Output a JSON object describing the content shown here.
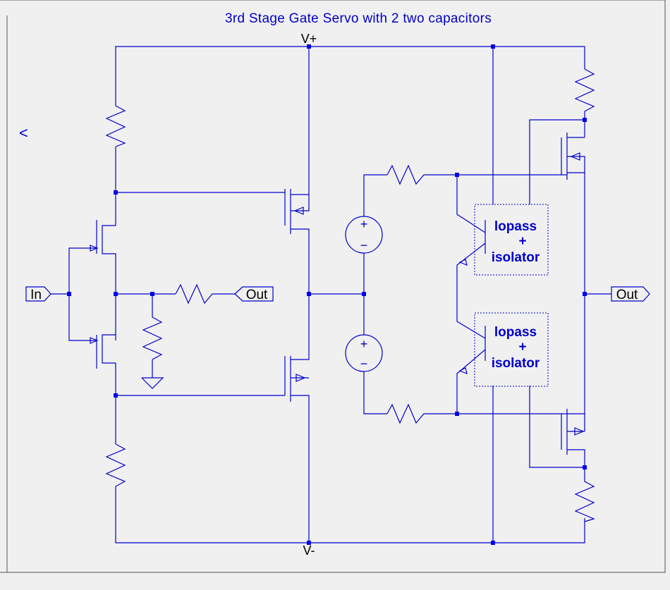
{
  "title": "3rd Stage Gate Servo with 2 two capacitors",
  "rails": {
    "positive": "V+",
    "negative": "V-"
  },
  "ports": {
    "input": "In",
    "output_inner": "Out",
    "output_main": "Out"
  },
  "blocks": [
    {
      "line1": "lopass",
      "line2": "+",
      "line3": "isolator"
    },
    {
      "line1": "lopass",
      "line2": "+",
      "line3": "isolator"
    }
  ],
  "sources": [
    {
      "plus": "+",
      "minus": "−"
    },
    {
      "plus": "+",
      "minus": "−"
    }
  ],
  "side_marker": "<",
  "colors": {
    "wire": "#0000cc",
    "background": "#f0f0f0"
  }
}
